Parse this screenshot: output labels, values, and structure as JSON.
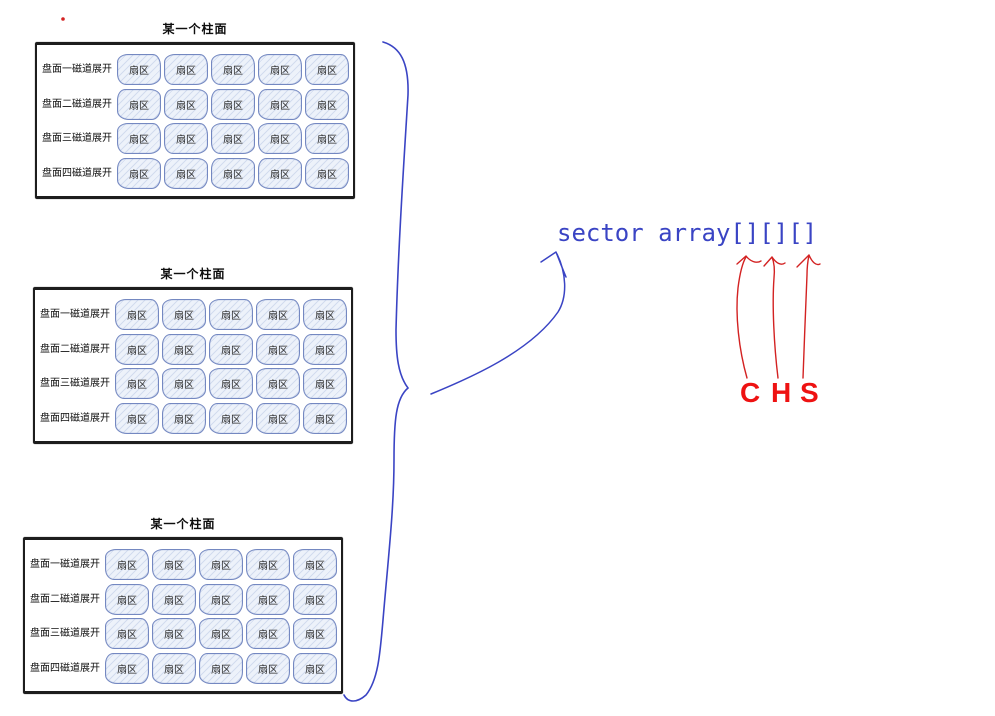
{
  "colors": {
    "ink_blue": "#3a44c4",
    "ink_red": "#d32222",
    "chs_red": "#ee1212",
    "cell_border": "#7488c1",
    "cell_fill": "#edf2fa",
    "table_border": "#1d1d1d"
  },
  "cylinder_tables": [
    {
      "title": "某一个柱面",
      "row_labels": [
        "盘面一磁道展开",
        "盘面二磁道展开",
        "盘面三磁道展开",
        "盘面四磁道展开"
      ],
      "cell_label": "扇区",
      "columns": 5
    },
    {
      "title": "某一个柱面",
      "row_labels": [
        "盘面一磁道展开",
        "盘面二磁道展开",
        "盘面三磁道展开",
        "盘面四磁道展开"
      ],
      "cell_label": "扇区",
      "columns": 5
    },
    {
      "title": "某一个柱面",
      "row_labels": [
        "盘面一磁道展开",
        "盘面二磁道展开",
        "盘面三磁道展开",
        "盘面四磁道展开"
      ],
      "cell_label": "扇区",
      "columns": 5
    }
  ],
  "annotation": {
    "code_text": "sector array[][][]",
    "chs_letters": [
      "C",
      "H",
      "S"
    ]
  }
}
